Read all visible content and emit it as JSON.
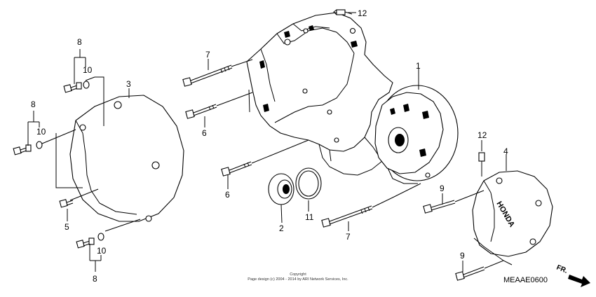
{
  "callouts": [
    {
      "id": "c1",
      "label": "1"
    },
    {
      "id": "c2",
      "label": "2"
    },
    {
      "id": "c3",
      "label": "3"
    },
    {
      "id": "c4",
      "label": "4"
    },
    {
      "id": "c5",
      "label": "5"
    },
    {
      "id": "c6a",
      "label": "6"
    },
    {
      "id": "c6b",
      "label": "6"
    },
    {
      "id": "c7a",
      "label": "7"
    },
    {
      "id": "c7b",
      "label": "7"
    },
    {
      "id": "c8a",
      "label": "8"
    },
    {
      "id": "c8b",
      "label": "8"
    },
    {
      "id": "c8c",
      "label": "8"
    },
    {
      "id": "c9a",
      "label": "9"
    },
    {
      "id": "c9b",
      "label": "9"
    },
    {
      "id": "c10a",
      "label": "10"
    },
    {
      "id": "c10b",
      "label": "10"
    },
    {
      "id": "c10c",
      "label": "10"
    },
    {
      "id": "c11",
      "label": "11"
    },
    {
      "id": "c12a",
      "label": "12"
    },
    {
      "id": "c12b",
      "label": "12"
    }
  ],
  "copyright": {
    "line1": "Copyright",
    "line2": "Page design (c) 2004 - 2014 by ARI Network Services, Inc."
  },
  "diagram_code": "MEAAE0600",
  "front_marker": "FR.",
  "cover_emblem": "HONDA"
}
